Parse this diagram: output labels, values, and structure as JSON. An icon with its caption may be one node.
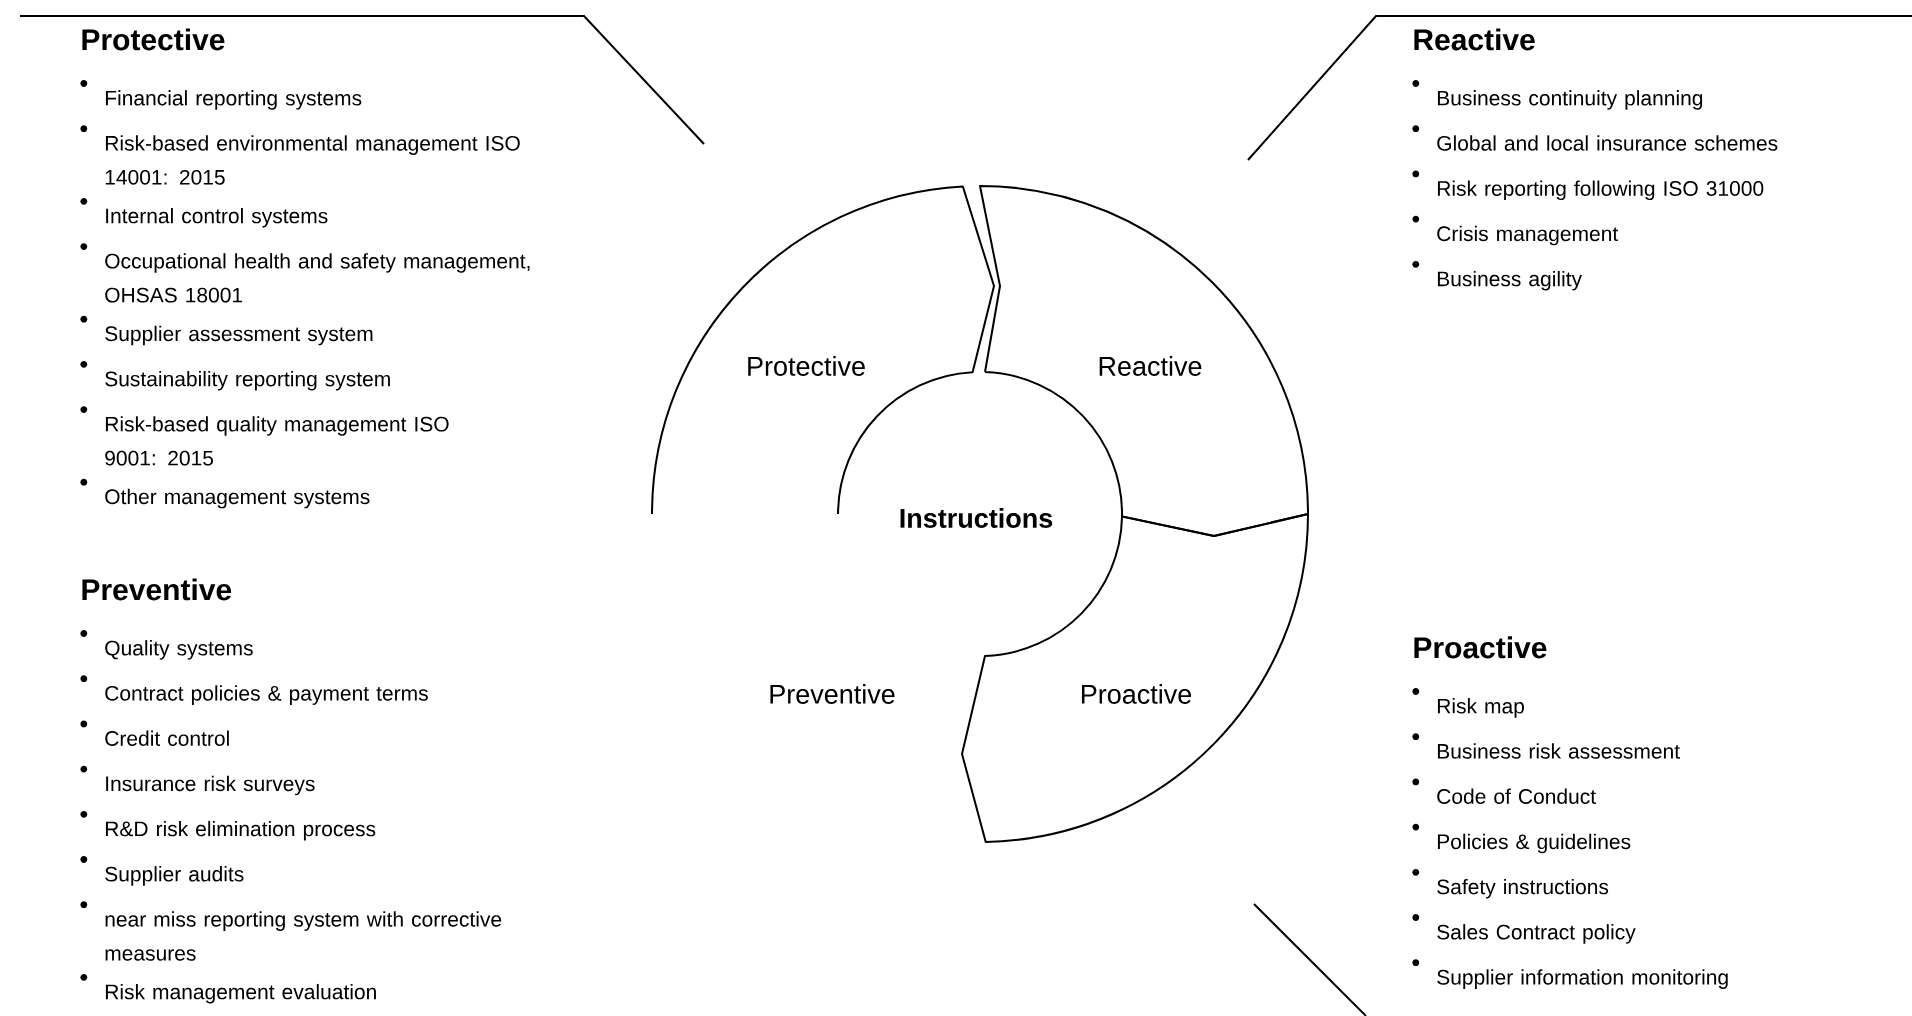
{
  "diagram": {
    "nodes": [
      {
        "text": [
          "Protective",
          "Financial reporting systems",
          "Risk-based environmental management ISO 14001: 2015",
          "Internal control systems",
          "Occupational health and safety management, OHSAS 18001",
          "Supplier assessment system",
          "Sustainability reporting system",
          "Risk-based quality management ISO 9001: 2015",
          "Other management systems"
        ]
      },
      {
        "text": [
          "Reactive",
          "Business continuity planning",
          "Global and local insurance schemes",
          "Risk reporting following ISO 31000",
          "Crisis management",
          "Business agility"
        ]
      },
      {
        "text": [
          "Protective"
        ]
      },
      {
        "text": [
          "Reactive"
        ]
      },
      {
        "text": [
          "Instructions"
        ]
      },
      {
        "text": [
          "Preventive",
          "Quality systems",
          "Contract policies & payment terms",
          "Credit control",
          "Insurance risk surveys",
          "R&D risk elimination process",
          "Supplier audits",
          "near miss reporting system with corrective measures",
          "Risk management evaluation"
        ]
      },
      {
        "text": [
          "Preventive"
        ]
      },
      {
        "text": [
          "Proactive"
        ]
      },
      {
        "text": [
          "Proactive",
          "Risk map",
          "Business risk assessment",
          "Code of Conduct",
          "Policies & guidelines",
          "Safety instructions",
          "Sales Contract policy",
          "Supplier information monitoring"
        ]
      }
    ]
  }
}
